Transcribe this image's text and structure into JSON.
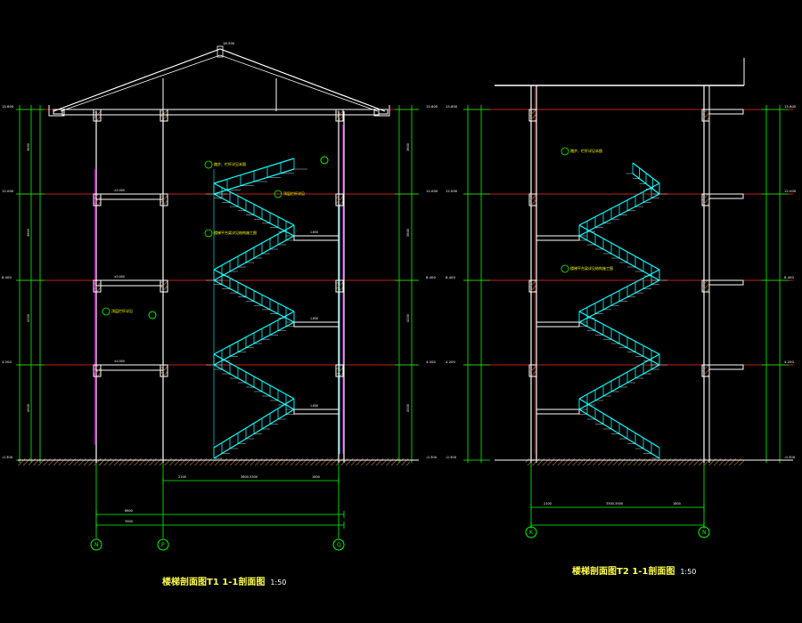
{
  "titles": {
    "left": "楼梯剖面图T1 1-1剖面图",
    "left_scale": "1:50",
    "right": "楼梯剖面图T2 1-1剖面图",
    "right_scale": "1:50"
  },
  "elevations_left": [
    "15.600",
    "12.000",
    "8.400",
    "4.200",
    "-0.300"
  ],
  "elevations_right": [
    "15.600",
    "12.000",
    "8.400",
    "4.200",
    "-0.300"
  ],
  "ridge_elevation": "18.500",
  "story_dims": [
    "3600",
    "3600",
    "4200",
    "4500"
  ],
  "axes_left": [
    "N",
    "P",
    "Q"
  ],
  "axes_right": [
    "K",
    "N"
  ],
  "bottom_dims_left": [
    "2100",
    "3600-3300",
    "1800",
    "6600",
    "3900"
  ],
  "bottom_dims_right": [
    "2100",
    "3300-3500",
    "1800"
  ],
  "notes": [
    "踏步、栏杆详见本图",
    "楼梯平台梁详见结构施工图",
    "顶层栏杆详见"
  ],
  "colors": {
    "background": "#000000",
    "grid": "#00ff00",
    "floor_line": "#ff2a2a",
    "stair": "#00ffff",
    "wall": "#ffffff",
    "hatch": "#c08040",
    "magenta": "#ff00ff",
    "label": "#ffff00"
  }
}
